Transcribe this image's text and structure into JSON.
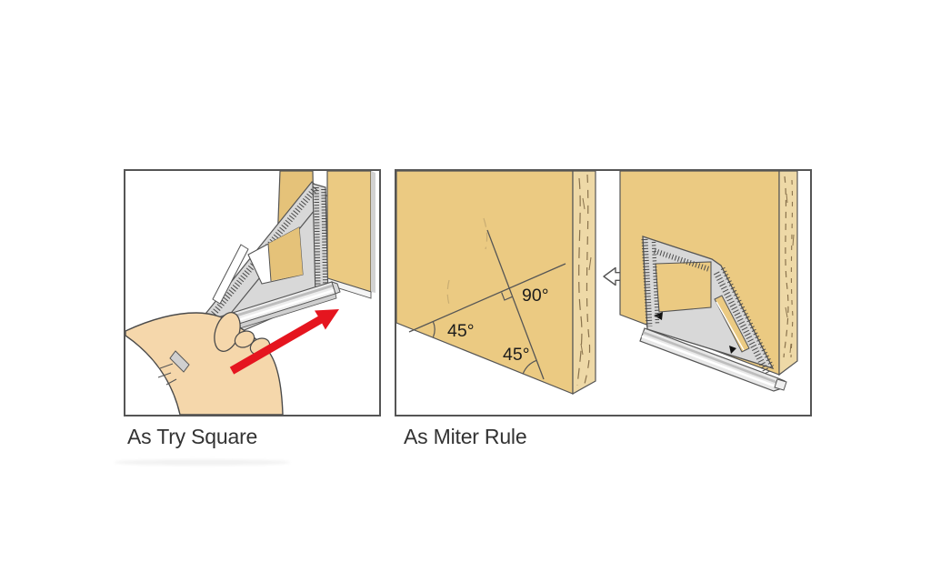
{
  "figure": {
    "title_present": false,
    "panels": [
      {
        "name": "try-square",
        "caption": "As Try Square",
        "elements": [
          "wood-board",
          "speed-square",
          "hand",
          "red-slide-arrow"
        ]
      },
      {
        "name": "miter-rule",
        "caption": "As Miter Rule",
        "angles": {
          "right_angle": "90°",
          "left_miter": "45°",
          "bottom_miter": "45°"
        },
        "elements": [
          "wood-board-left",
          "wood-board-right",
          "speed-square",
          "white-push-arrow",
          "layout-lines"
        ]
      }
    ]
  },
  "colors": {
    "wood": "#ebca82",
    "wood-shade": "#e5c279",
    "wood-endgrain": "#eed9a7",
    "grain-line": "#8a734d",
    "metal": "#d8d8d8",
    "outline": "#555555",
    "skin": "#f5d7ab",
    "skin-outline": "#4a4a4a",
    "arrow-red": "#e5151f",
    "panel-border": "#555555",
    "caption": "#333333",
    "label": "#1c1c1c"
  }
}
